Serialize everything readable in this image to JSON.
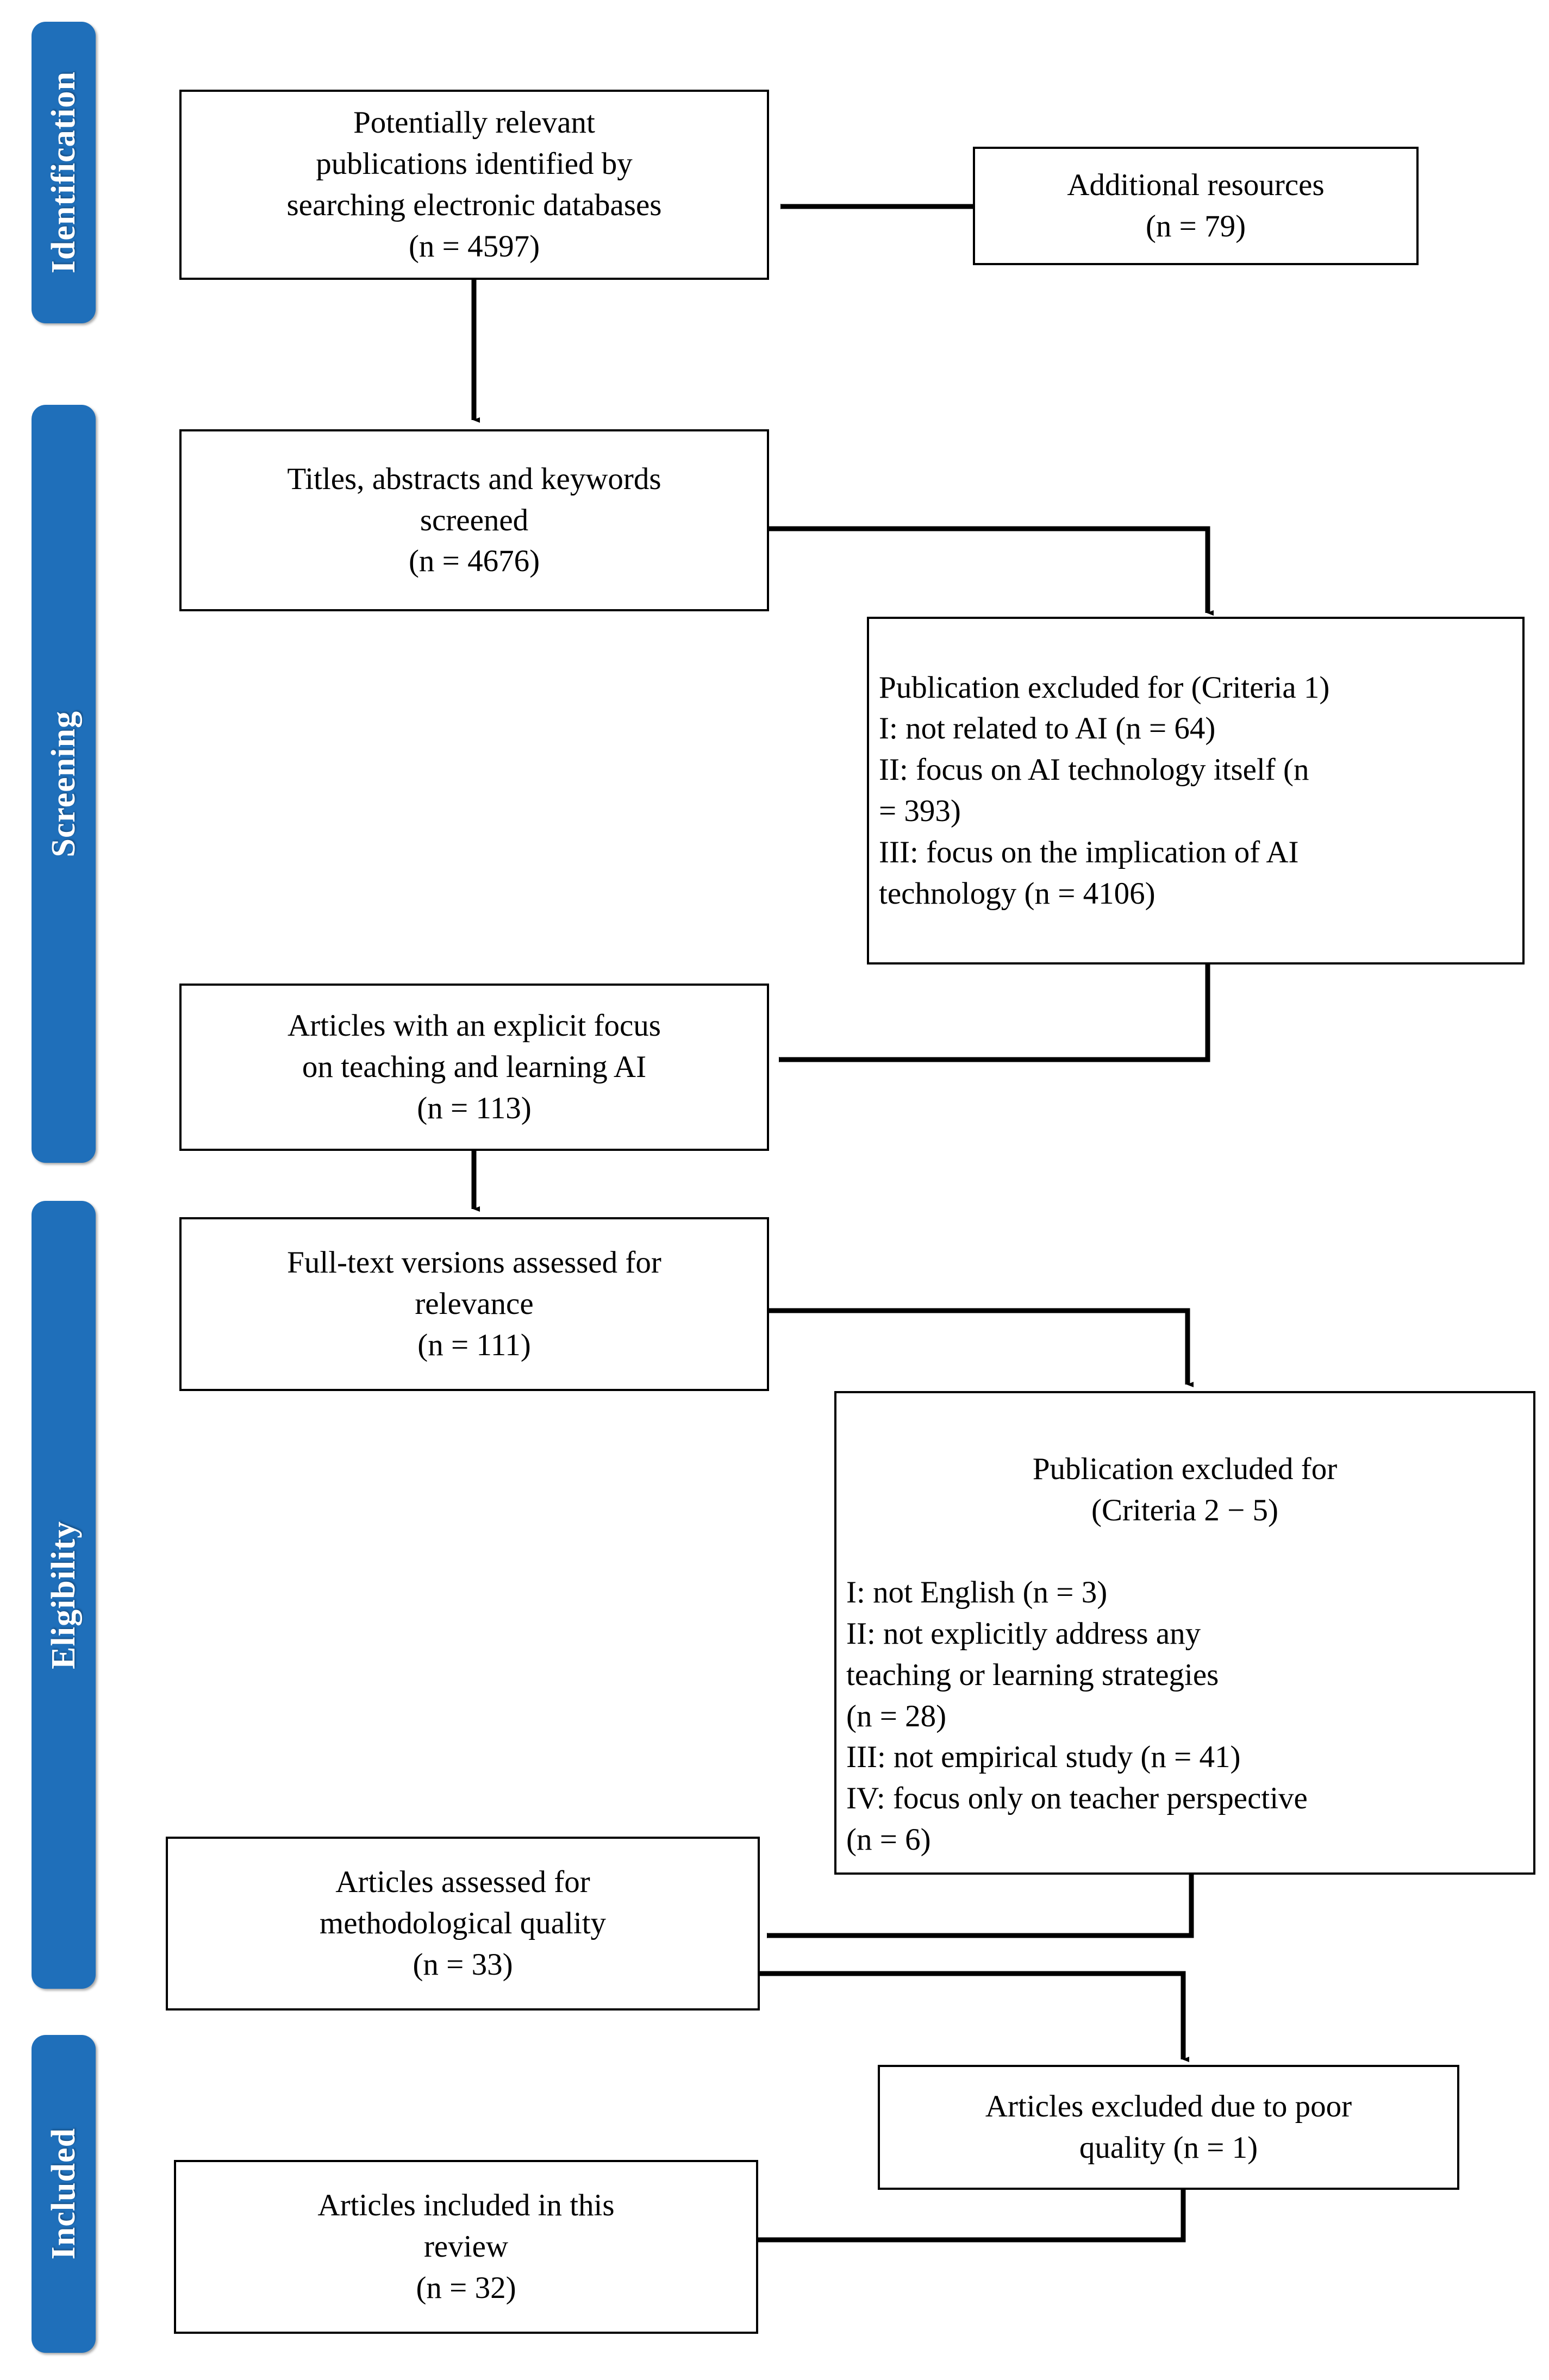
{
  "figure": {
    "type": "prisma-flow-diagram",
    "accent_color": "#1F6FBA",
    "box_border_color": "#000000",
    "background_color": "#FFFFFF"
  },
  "stages": [
    {
      "id": "identification",
      "label": "Identification"
    },
    {
      "id": "screening",
      "label": "Screening"
    },
    {
      "id": "eligibility",
      "label": "Eligibility"
    },
    {
      "id": "included",
      "label": "Included"
    }
  ],
  "boxes": {
    "identified": {
      "text": "Potentially relevant\npublications identified by\nsearching electronic databases\n(n = 4597)",
      "n": 4597
    },
    "additional": {
      "text": "Additional resources\n(n = 79)",
      "n": 79
    },
    "screened": {
      "text": "Titles, abstracts and keywords\nscreened\n(n = 4676)",
      "n": 4676
    },
    "excluded_c1": {
      "header": "Publication excluded for (Criteria 1)",
      "text": "Publication excluded for (Criteria 1)\nI: not related to AI (n = 64)\nII: focus on AI technology itself (n\n= 393)\nIII: focus on the implication of AI\ntechnology (n = 4106)",
      "items": [
        {
          "label": "I",
          "reason": "not related to AI",
          "n": 64
        },
        {
          "label": "II",
          "reason": "focus on AI technology itself",
          "n": 393
        },
        {
          "label": "III",
          "reason": "focus on the implication of AI technology",
          "n": 4106
        }
      ]
    },
    "explicit_focus": {
      "text": "Articles with an explicit focus\non teaching and learning AI\n(n = 113)",
      "n": 113
    },
    "fulltext": {
      "text": "Full-text versions assessed for\nrelevance\n(n = 111)",
      "n": 111
    },
    "excluded_c25": {
      "header": "Publication excluded for\n(Criteria 2 − 5)",
      "text": "I: not English (n = 3)\nII: not explicitly address any\nteaching or learning strategies\n(n = 28)\nIII: not empirical study (n = 41)\nIV: focus only on teacher perspective\n(n = 6)",
      "items": [
        {
          "label": "I",
          "reason": "not English",
          "n": 3
        },
        {
          "label": "II",
          "reason": "not explicitly address any teaching or learning strategies",
          "n": 28
        },
        {
          "label": "III",
          "reason": "not empirical study",
          "n": 41
        },
        {
          "label": "IV",
          "reason": "focus only on teacher perspective",
          "n": 6
        }
      ]
    },
    "quality_assessed": {
      "text": "Articles assessed for\nmethodological quality\n(n = 33)",
      "n": 33
    },
    "excluded_poor": {
      "text": "Articles excluded due to poor\nquality (n = 1)",
      "n": 1
    },
    "included_final": {
      "text": "Articles included in this\nreview\n(n = 32)",
      "n": 32
    }
  }
}
